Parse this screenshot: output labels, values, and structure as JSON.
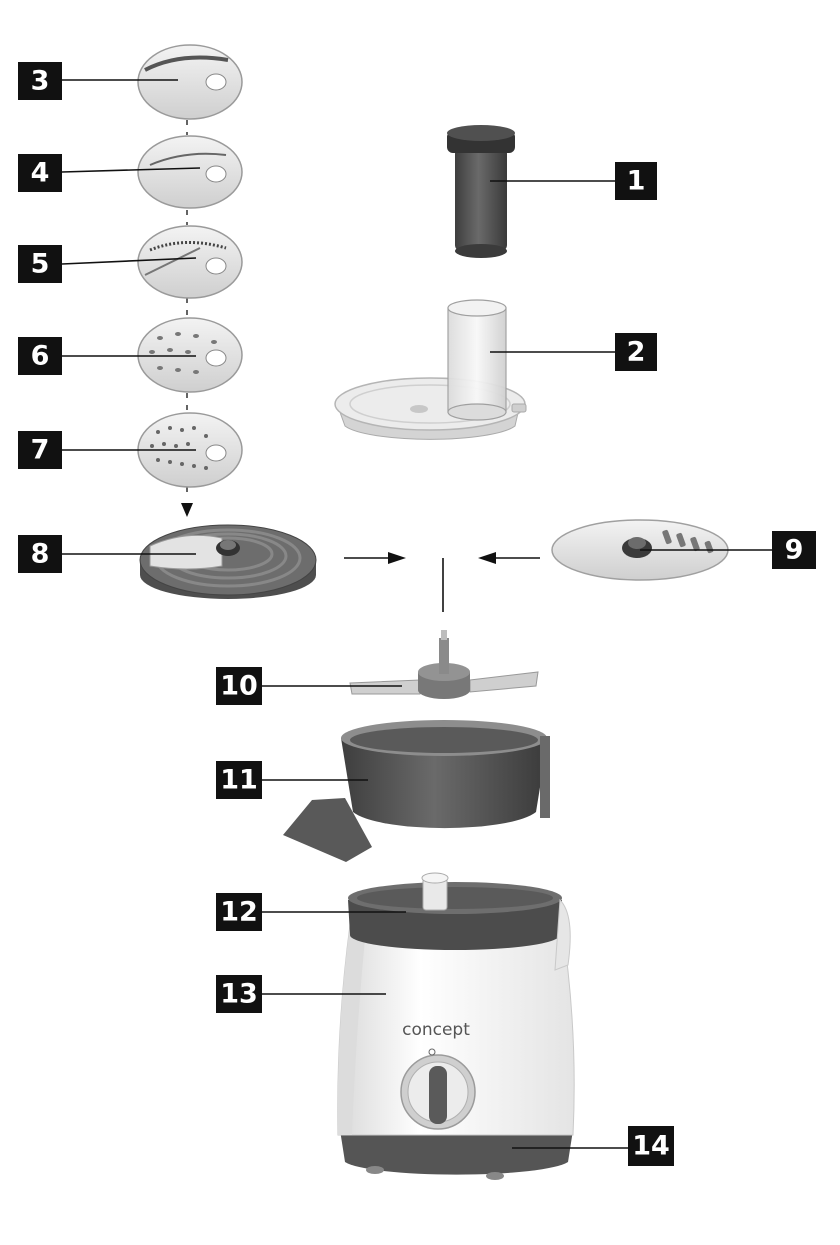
{
  "brand": "concept",
  "labels": {
    "l1": "1",
    "l2": "2",
    "l3": "3",
    "l4": "4",
    "l5": "5",
    "l6": "6",
    "l7": "7",
    "l8": "8",
    "l9": "9",
    "l10": "10",
    "l11": "11",
    "l12": "12",
    "l13": "13",
    "l14": "14"
  },
  "colors": {
    "label_background": "#111111",
    "label_text": "#ffffff",
    "dark_plastic": "#5a5a5a",
    "light_disc": "#e9e9e9",
    "body_white": "#f7f7f7"
  }
}
